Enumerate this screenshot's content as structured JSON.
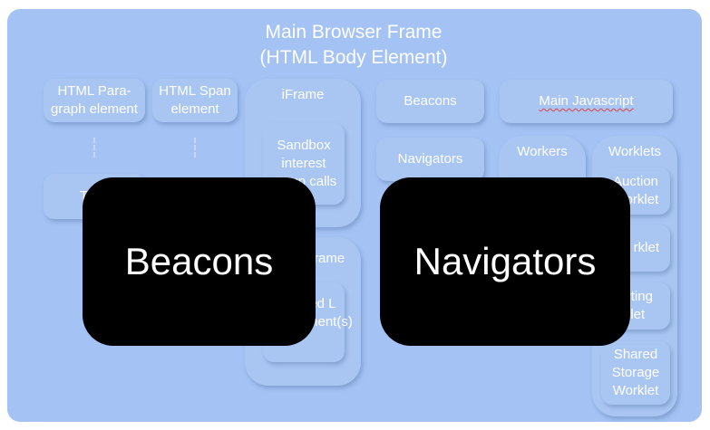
{
  "title_line1": "Main Browser Frame",
  "title_line2": "(HTML Body Element)",
  "left_boxes": {
    "paragraph": "HTML Para-graph element",
    "span": "HTML Span element",
    "text_partial": "T"
  },
  "iframe": {
    "label": "iFrame",
    "sandbox": "Sandbox interest group calls"
  },
  "fenced_frame": {
    "label_partial": "rame",
    "content_partial": "ied L ment(s)"
  },
  "beacons_box": "Beacons",
  "navigators_box": "Navigators",
  "main_js": "Main Javascript",
  "workers": {
    "label": "Workers"
  },
  "worklets": {
    "label": "Worklets",
    "auction": "Auction Worklet",
    "bidder_partial": "dder rklet",
    "reporting_partial": "porting rklet",
    "shared_storage": "Shared Storage Worklet"
  },
  "overlays": {
    "beacons": "Beacons",
    "navigators": "Navigators"
  }
}
